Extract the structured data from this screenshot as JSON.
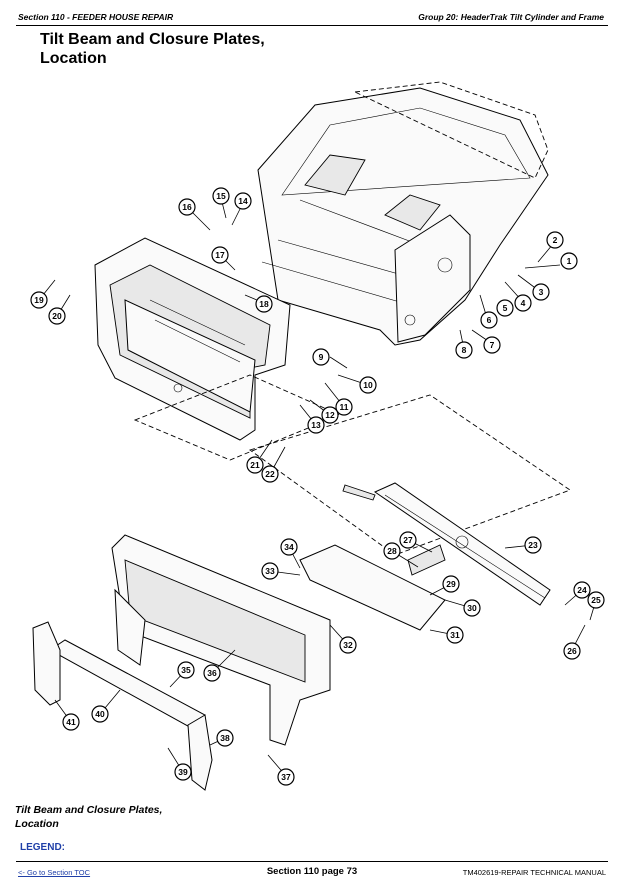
{
  "header": {
    "section": "Section 110 - FEEDER HOUSE REPAIR",
    "group": "Group 20: HeaderTrak Tilt Cylinder and Frame"
  },
  "title": {
    "line1": "Tilt Beam and Closure Plates,",
    "line2": "Location"
  },
  "callouts": [
    "1",
    "2",
    "3",
    "4",
    "5",
    "6",
    "7",
    "8",
    "9",
    "10",
    "11",
    "12",
    "13",
    "14",
    "15",
    "16",
    "17",
    "18",
    "19",
    "20",
    "21",
    "22",
    "23",
    "24",
    "25",
    "26",
    "27",
    "28",
    "29",
    "30",
    "31",
    "32",
    "33",
    "34",
    "35",
    "36",
    "37",
    "38",
    "39",
    "40",
    "41"
  ],
  "caption": {
    "line1": "Tilt Beam and Closure Plates,",
    "line2": "Location"
  },
  "legend": "LEGEND:",
  "footer": {
    "toc_link": "<- Go to Section TOC",
    "page": "Section 110 page 73",
    "manual": "TM402619-REPAIR TECHNICAL MANUAL"
  }
}
